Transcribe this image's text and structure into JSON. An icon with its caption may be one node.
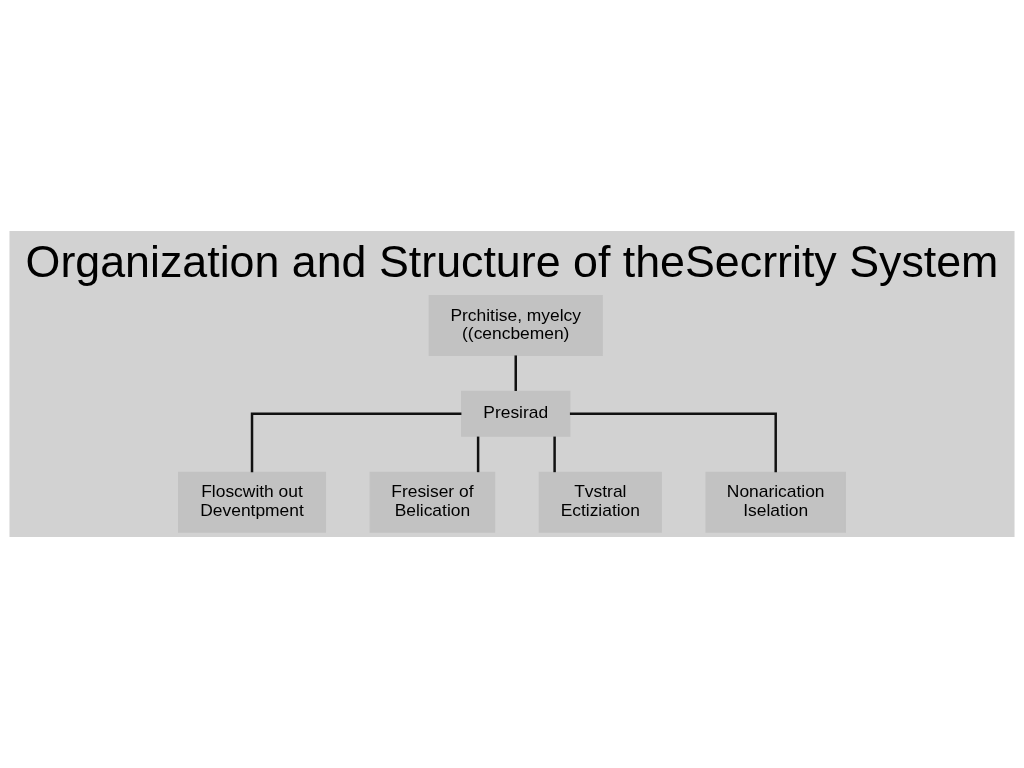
{
  "diagram": {
    "title": "Organization and Structure of theSecrrity System",
    "nodes": [
      {
        "text": [
          "Prchitise, myelcy ((cencbemen)"
        ]
      },
      {
        "text": [
          "Presirad"
        ]
      },
      {
        "text": [
          "Floscwith out Deventpment"
        ]
      },
      {
        "text": [
          "Fresiser of Belication"
        ]
      },
      {
        "text": [
          "Tvstral Ectiziation"
        ]
      },
      {
        "text": [
          "Nonarication Iselation"
        ]
      }
    ],
    "edges": [
      {
        "from": 0,
        "to": 1,
        "arrow": "none"
      },
      {
        "from": 1,
        "to": 2,
        "arrow": "none"
      },
      {
        "from": 1,
        "to": 3,
        "arrow": "none"
      },
      {
        "from": 1,
        "to": 4,
        "arrow": "none"
      },
      {
        "from": 1,
        "to": 5,
        "arrow": "none"
      }
    ]
  }
}
